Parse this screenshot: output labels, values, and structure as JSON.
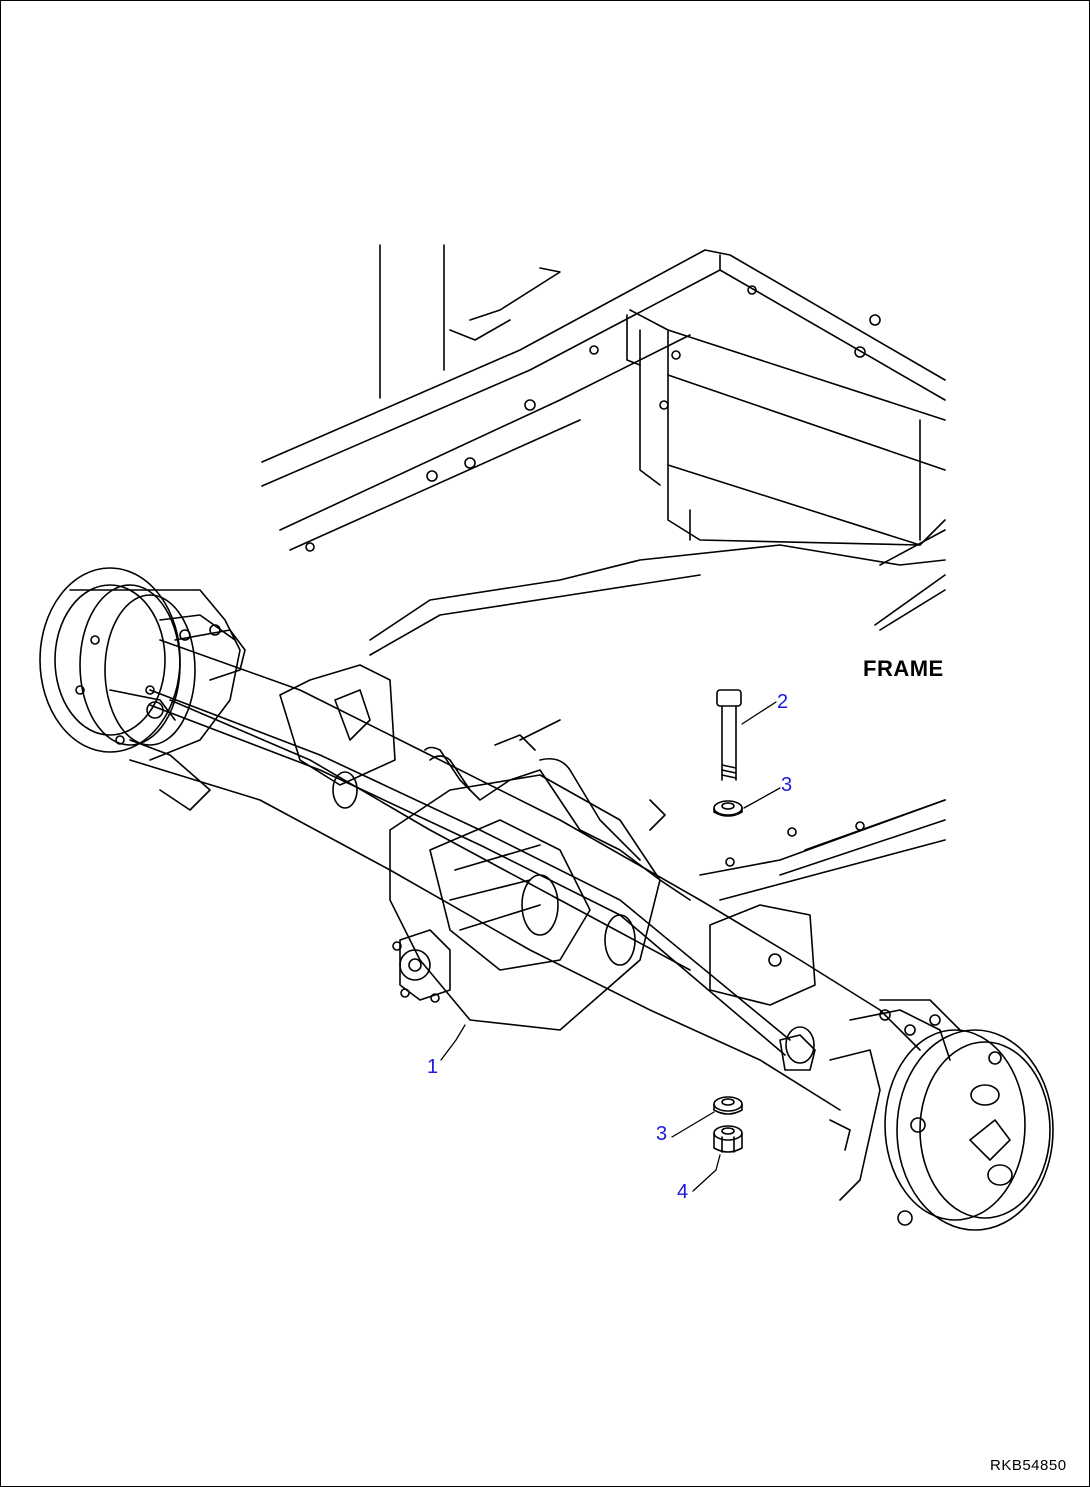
{
  "drawing": {
    "label_frame": "FRAME",
    "reference_code": "RKB54850",
    "callouts": [
      {
        "id": "1",
        "text": "1"
      },
      {
        "id": "2",
        "text": "2"
      },
      {
        "id": "3a",
        "text": "3"
      },
      {
        "id": "3b",
        "text": "3"
      },
      {
        "id": "4",
        "text": "4"
      }
    ],
    "colors": {
      "line": "#000000",
      "callout": "#1a1adc",
      "background": "#ffffff"
    }
  }
}
